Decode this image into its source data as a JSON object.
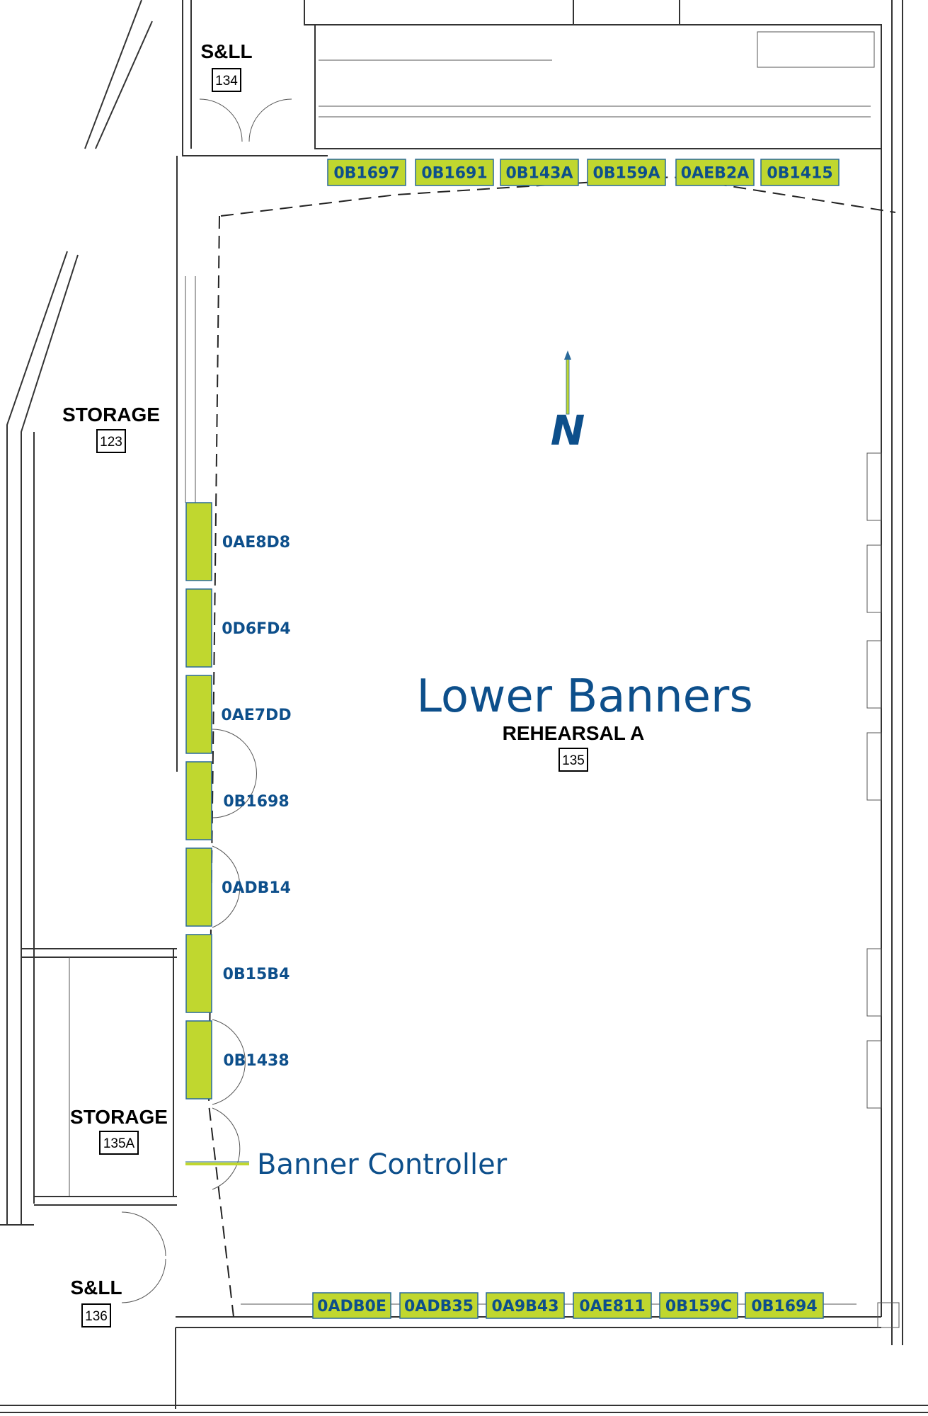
{
  "title": "Lower Banners",
  "controller_label": "Banner Controller",
  "north_label": "N",
  "colors": {
    "banner_fill": "#c0d72f",
    "label_blue": "#0d4f8b"
  },
  "rooms": {
    "sll_top": {
      "name": "S&LL",
      "number": "134"
    },
    "storage_123": {
      "name": "STORAGE",
      "number": "123"
    },
    "rehearsal": {
      "name": "REHEARSAL A",
      "number": "135"
    },
    "storage_135a": {
      "name": "STORAGE",
      "number": "135A"
    },
    "sll_bottom": {
      "name": "S&LL",
      "number": "136"
    }
  },
  "banners_top": [
    "0B1697",
    "0B1691",
    "0B143A",
    "0B159A",
    "0AEB2A",
    "0B1415"
  ],
  "banners_left": [
    "0AE8D8",
    "0D6FD4",
    "0AE7DD",
    "0B1698",
    "0ADB14",
    "0B15B4",
    "0B1438"
  ],
  "banners_bottom": [
    "0ADB0E",
    "0ADB35",
    "0A9B43",
    "0AE811",
    "0B159C",
    "0B1694"
  ]
}
